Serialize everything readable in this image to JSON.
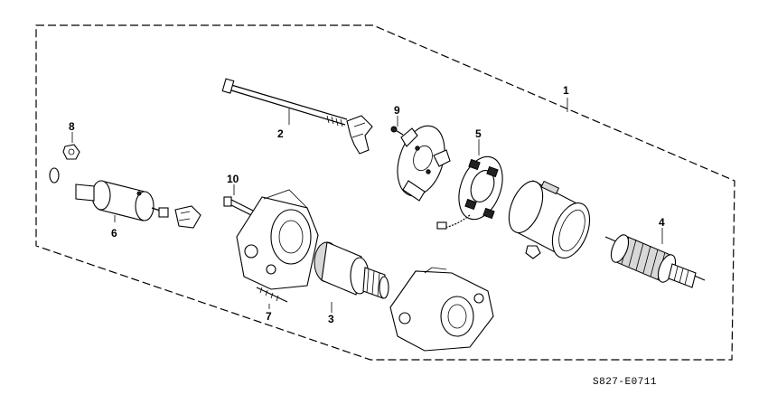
{
  "diagram": {
    "callouts": {
      "c1": "1",
      "c2": "2",
      "c3": "3",
      "c4": "4",
      "c5": "5",
      "c6": "6",
      "c7": "7",
      "c8": "8",
      "c9": "9",
      "c10": "10"
    },
    "part_code": "S827-E0711"
  }
}
